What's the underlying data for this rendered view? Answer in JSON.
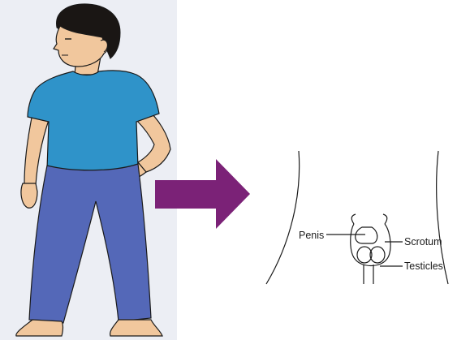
{
  "labels": {
    "penis": "Penis",
    "scrotum": "Scrotum",
    "testicles": "Testicles"
  },
  "colors": {
    "shirt": "#2f93c9",
    "pants": "#5468b8",
    "skin": "#f1c79d",
    "hair": "#1a1614",
    "arrow": "#7b2277",
    "outline": "#1a1a1a",
    "paper_background": "#eceef4"
  },
  "icons": {
    "arrow": "right-arrow-icon"
  }
}
